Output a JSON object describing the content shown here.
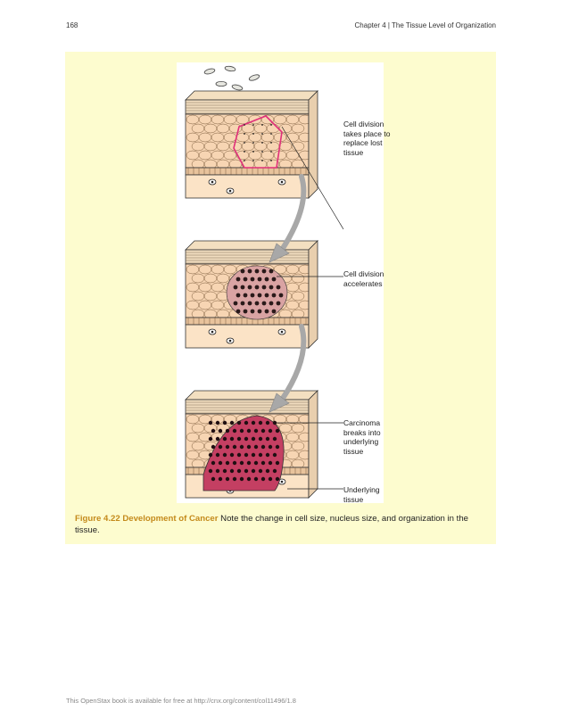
{
  "header": {
    "page_number": "168",
    "chapter_title": "Chapter 4 | The Tissue Level of Organization"
  },
  "figure": {
    "callouts": [
      "Cell division takes place to replace lost tissue",
      "Cell division accelerates",
      "Carcinoma breaks into underlying tissue",
      "Underlying tissue"
    ],
    "caption_label": "Figure 4.22 Development of Cancer",
    "caption_text": " Note the change in cell size, nucleus size, and organization in the tissue.",
    "colors": {
      "background": "#fdfccf",
      "cell_fill": "#f7d5b3",
      "tissue_base": "#fbe3c6",
      "highlight_pink": "#e0307a",
      "cancer_fill": "#c43f62",
      "arrow": "#a8a8a8",
      "label_orange": "#c48a1b"
    }
  },
  "footer": {
    "text": "This OpenStax book is available for free at http://cnx.org/content/col11496/1.8"
  }
}
